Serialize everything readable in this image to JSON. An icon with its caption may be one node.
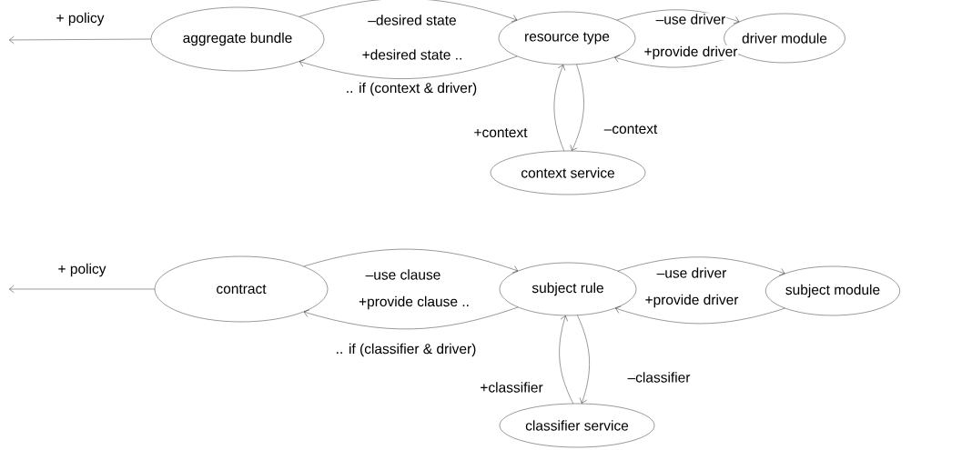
{
  "diagram": {
    "nodes": [
      {
        "text": [
          "aggregate bundle"
        ]
      },
      {
        "text": [
          "resource type"
        ]
      },
      {
        "text": [
          "driver module"
        ]
      },
      {
        "text": [
          "context service"
        ]
      },
      {
        "text": [
          "contract"
        ]
      },
      {
        "text": [
          "subject rule"
        ]
      },
      {
        "text": [
          "subject module"
        ]
      },
      {
        "text": [
          "classifier service"
        ]
      }
    ],
    "edges": [
      {
        "from": 0,
        "to": null,
        "arrow": "to",
        "label": "+ policy"
      },
      {
        "from": 0,
        "to": 1,
        "arrow": "to",
        "label": "–desired state"
      },
      {
        "from": 1,
        "to": 0,
        "arrow": "to",
        "label": "+desired state .."
      },
      {
        "from": 1,
        "to": 2,
        "arrow": "to",
        "label": "–use driver"
      },
      {
        "from": 2,
        "to": 1,
        "arrow": "to",
        "label": "+provide driver"
      },
      {
        "from": 1,
        "to": 3,
        "arrow": "to",
        "label": "–context"
      },
      {
        "from": 3,
        "to": 1,
        "arrow": "to",
        "label": "+context"
      },
      {
        "from": 4,
        "to": null,
        "arrow": "to",
        "label": "+ policy"
      },
      {
        "from": 4,
        "to": 5,
        "arrow": "to",
        "label": "–use clause"
      },
      {
        "from": 5,
        "to": 4,
        "arrow": "to",
        "label": "+provide clause .."
      },
      {
        "from": 5,
        "to": 6,
        "arrow": "to",
        "label": "–use driver"
      },
      {
        "from": 6,
        "to": 5,
        "arrow": "to",
        "label": "+provide driver"
      },
      {
        "from": 5,
        "to": 7,
        "arrow": "to",
        "label": "–classifier"
      },
      {
        "from": 7,
        "to": 5,
        "arrow": "to",
        "label": "+classifier"
      }
    ],
    "labels": [
      ".. if (context & driver)",
      ".. if (classifier & driver)"
    ]
  }
}
